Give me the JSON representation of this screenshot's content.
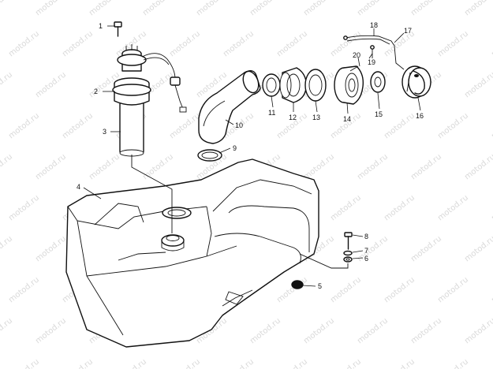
{
  "watermark": {
    "text": "motod.ru"
  },
  "callouts": [
    {
      "id": "1",
      "text": "1"
    },
    {
      "id": "2",
      "text": "2"
    },
    {
      "id": "3",
      "text": "3"
    },
    {
      "id": "4",
      "text": "4"
    },
    {
      "id": "5",
      "text": "5"
    },
    {
      "id": "6",
      "text": "6"
    },
    {
      "id": "7",
      "text": "7"
    },
    {
      "id": "8",
      "text": "8"
    },
    {
      "id": "9",
      "text": "9"
    },
    {
      "id": "10",
      "text": "10"
    },
    {
      "id": "11",
      "text": "11"
    },
    {
      "id": "12",
      "text": "12"
    },
    {
      "id": "13",
      "text": "13"
    },
    {
      "id": "14",
      "text": "14"
    },
    {
      "id": "15",
      "text": "15"
    },
    {
      "id": "16",
      "text": "16"
    },
    {
      "id": "17",
      "text": "17"
    },
    {
      "id": "18",
      "text": "18"
    },
    {
      "id": "19",
      "text": "19"
    },
    {
      "id": "20",
      "text": "20"
    }
  ]
}
